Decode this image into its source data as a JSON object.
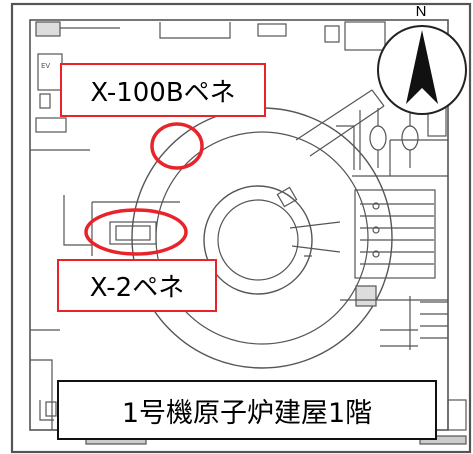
{
  "labels": {
    "x100b": "X-100Bペネ",
    "x2": "X-2ペネ",
    "building": "1号機原子炉建屋1階"
  },
  "compass": {
    "north": "N"
  },
  "colors": {
    "highlight": "#e8232a",
    "plan_line": "#555555",
    "background": "#ffffff"
  }
}
